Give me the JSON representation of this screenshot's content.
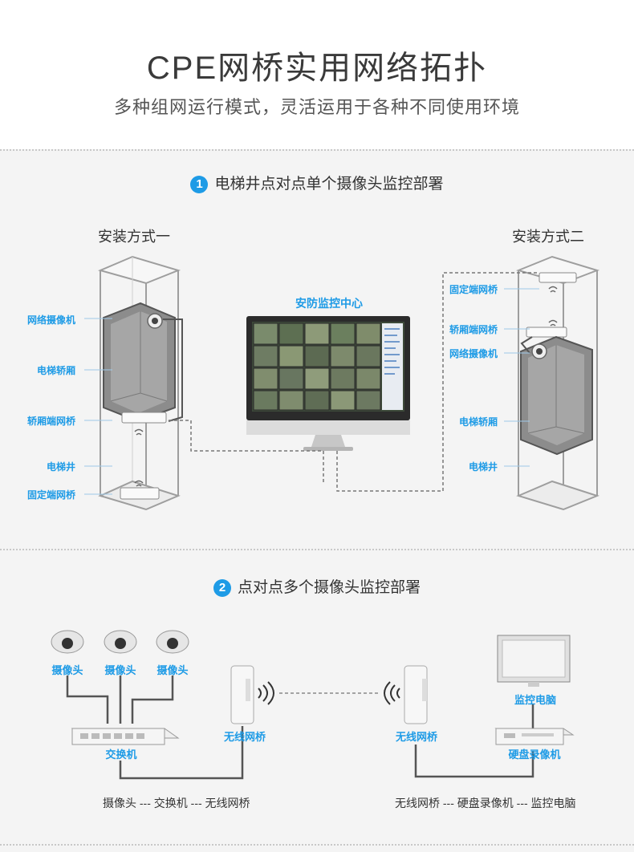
{
  "header": {
    "title": "CPE网桥实用网络拓扑",
    "subtitle": "多种组网运行模式，灵活运用于各种不同使用环境"
  },
  "section1": {
    "number": "1",
    "heading": "电梯井点对点单个摄像头监控部署",
    "mode_one": "安装方式一",
    "mode_two": "安装方式二",
    "center_label": "安防监控中心",
    "left_callouts": [
      "网络摄像机",
      "电梯轿厢",
      "轿厢端网桥",
      "电梯井",
      "固定端网桥"
    ],
    "right_callouts": [
      "固定端网桥",
      "轿厢端网桥",
      "网络摄像机",
      "电梯轿厢",
      "电梯井"
    ]
  },
  "section2": {
    "number": "2",
    "heading": "点对点多个摄像头监控部署",
    "camera_label": "摄像头",
    "switch_label": "交换机",
    "bridge_label": "无线网桥",
    "pc_label": "监控电脑",
    "nvr_label": "硬盘录像机",
    "legend_left": "摄像头 --- 交换机 --- 无线网桥",
    "legend_right": "无线网桥 --- 硬盘录像机 --- 监控电脑"
  },
  "colors": {
    "accent": "#1e9be6",
    "background": "#f4f4f4",
    "header_bg": "#ffffff"
  }
}
